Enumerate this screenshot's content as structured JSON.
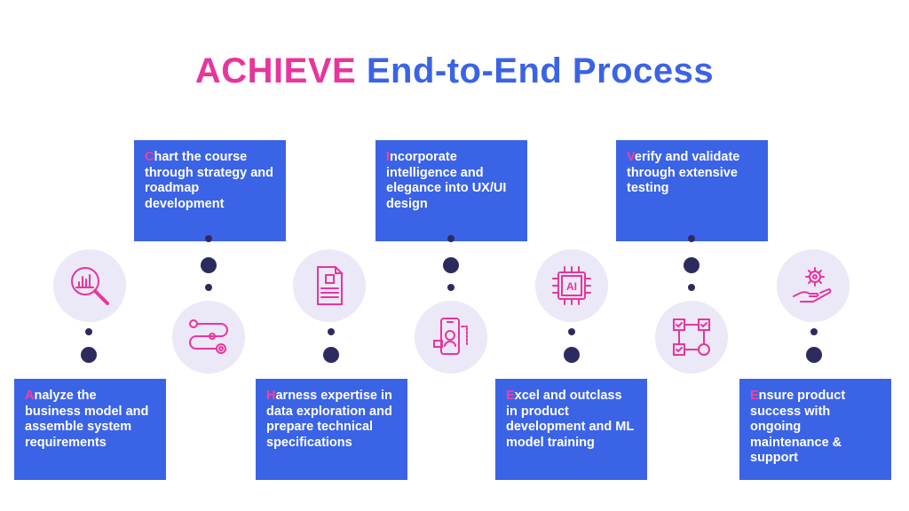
{
  "title": {
    "part1": "ACHIEVE",
    "part2": "End-to-End Process"
  },
  "steps": [
    {
      "initial": "A",
      "rest": "nalyze the business model and assemble system requirements",
      "icon": "magnifier-chart-icon"
    },
    {
      "initial": "C",
      "rest": "hart the course through strategy and roadmap development",
      "icon": "roadmap-path-icon"
    },
    {
      "initial": "H",
      "rest": "arness expertise in data exploration and prepare technical specifications",
      "icon": "document-chip-icon"
    },
    {
      "initial": "I",
      "rest": "ncorporate intelligence and elegance into UX/UI design",
      "icon": "mobile-ui-icon"
    },
    {
      "initial": "E",
      "rest": "xcel and outclass in product development and ML model training",
      "icon": "ai-chip-icon"
    },
    {
      "initial": "V",
      "rest": "erify and validate through extensive testing",
      "icon": "verified-flow-icon"
    },
    {
      "initial": "E",
      "rest": "nsure product success with ongoing maintenance & support",
      "icon": "hand-gear-icon"
    }
  ],
  "colors": {
    "pink": "#e8359c",
    "blue": "#3b63e6",
    "dot": "#2d2b5e",
    "circle": "#ebe8f7"
  }
}
